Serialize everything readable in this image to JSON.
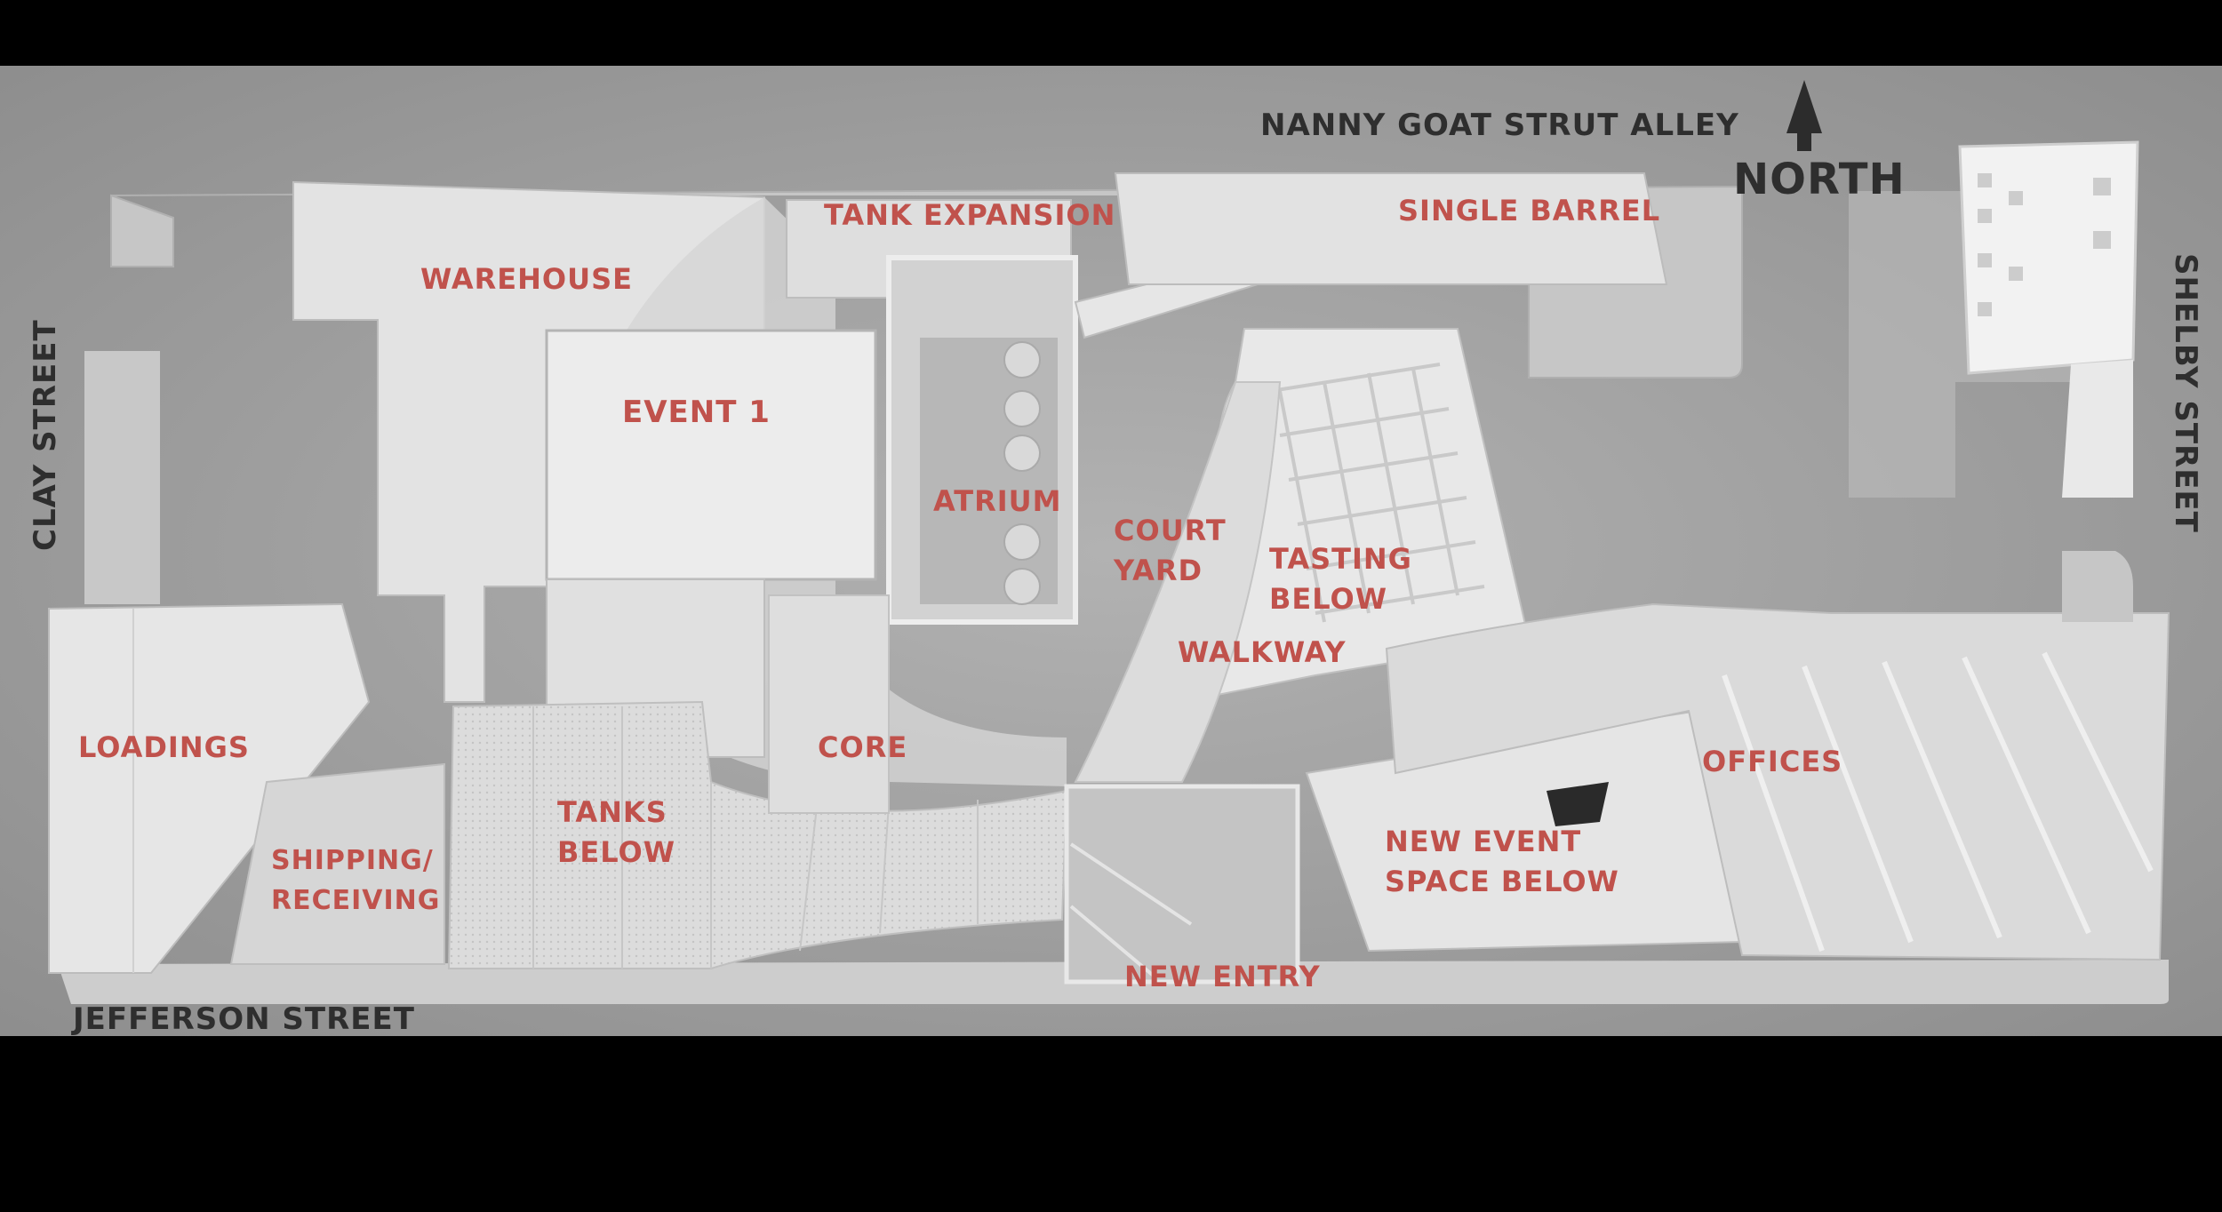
{
  "streets": {
    "north": "NANNY GOAT STRUT ALLEY",
    "west": "CLAY STREET",
    "east": "SHELBY STREET",
    "south": "JEFFERSON STREET"
  },
  "north_arrow_label": "NORTH",
  "spaces": {
    "warehouse": "WAREHOUSE",
    "tank_expansion": "TANK EXPANSION",
    "single_barrel": "SINGLE BARREL",
    "event_1": "EVENT 1",
    "atrium": "ATRIUM",
    "court_yard_line1": "COURT",
    "court_yard_line2": "YARD",
    "tasting_line1": "TASTING",
    "tasting_line2": "BELOW",
    "walkway": "WALKWAY",
    "loadings": "LOADINGS",
    "core": "CORE",
    "offices": "OFFICES",
    "tanks_line1": "TANKS",
    "tanks_line2": "BELOW",
    "shipping_line1": "SHIPPING/",
    "shipping_line2": "RECEIVING",
    "new_event_line1": "NEW EVENT",
    "new_event_line2": "SPACE BELOW",
    "new_entry": "NEW ENTRY"
  },
  "colors": {
    "label": "#c0524c",
    "street_label": "#2e2e2e",
    "background": "#000000",
    "model_base": "#a3a3a3"
  }
}
